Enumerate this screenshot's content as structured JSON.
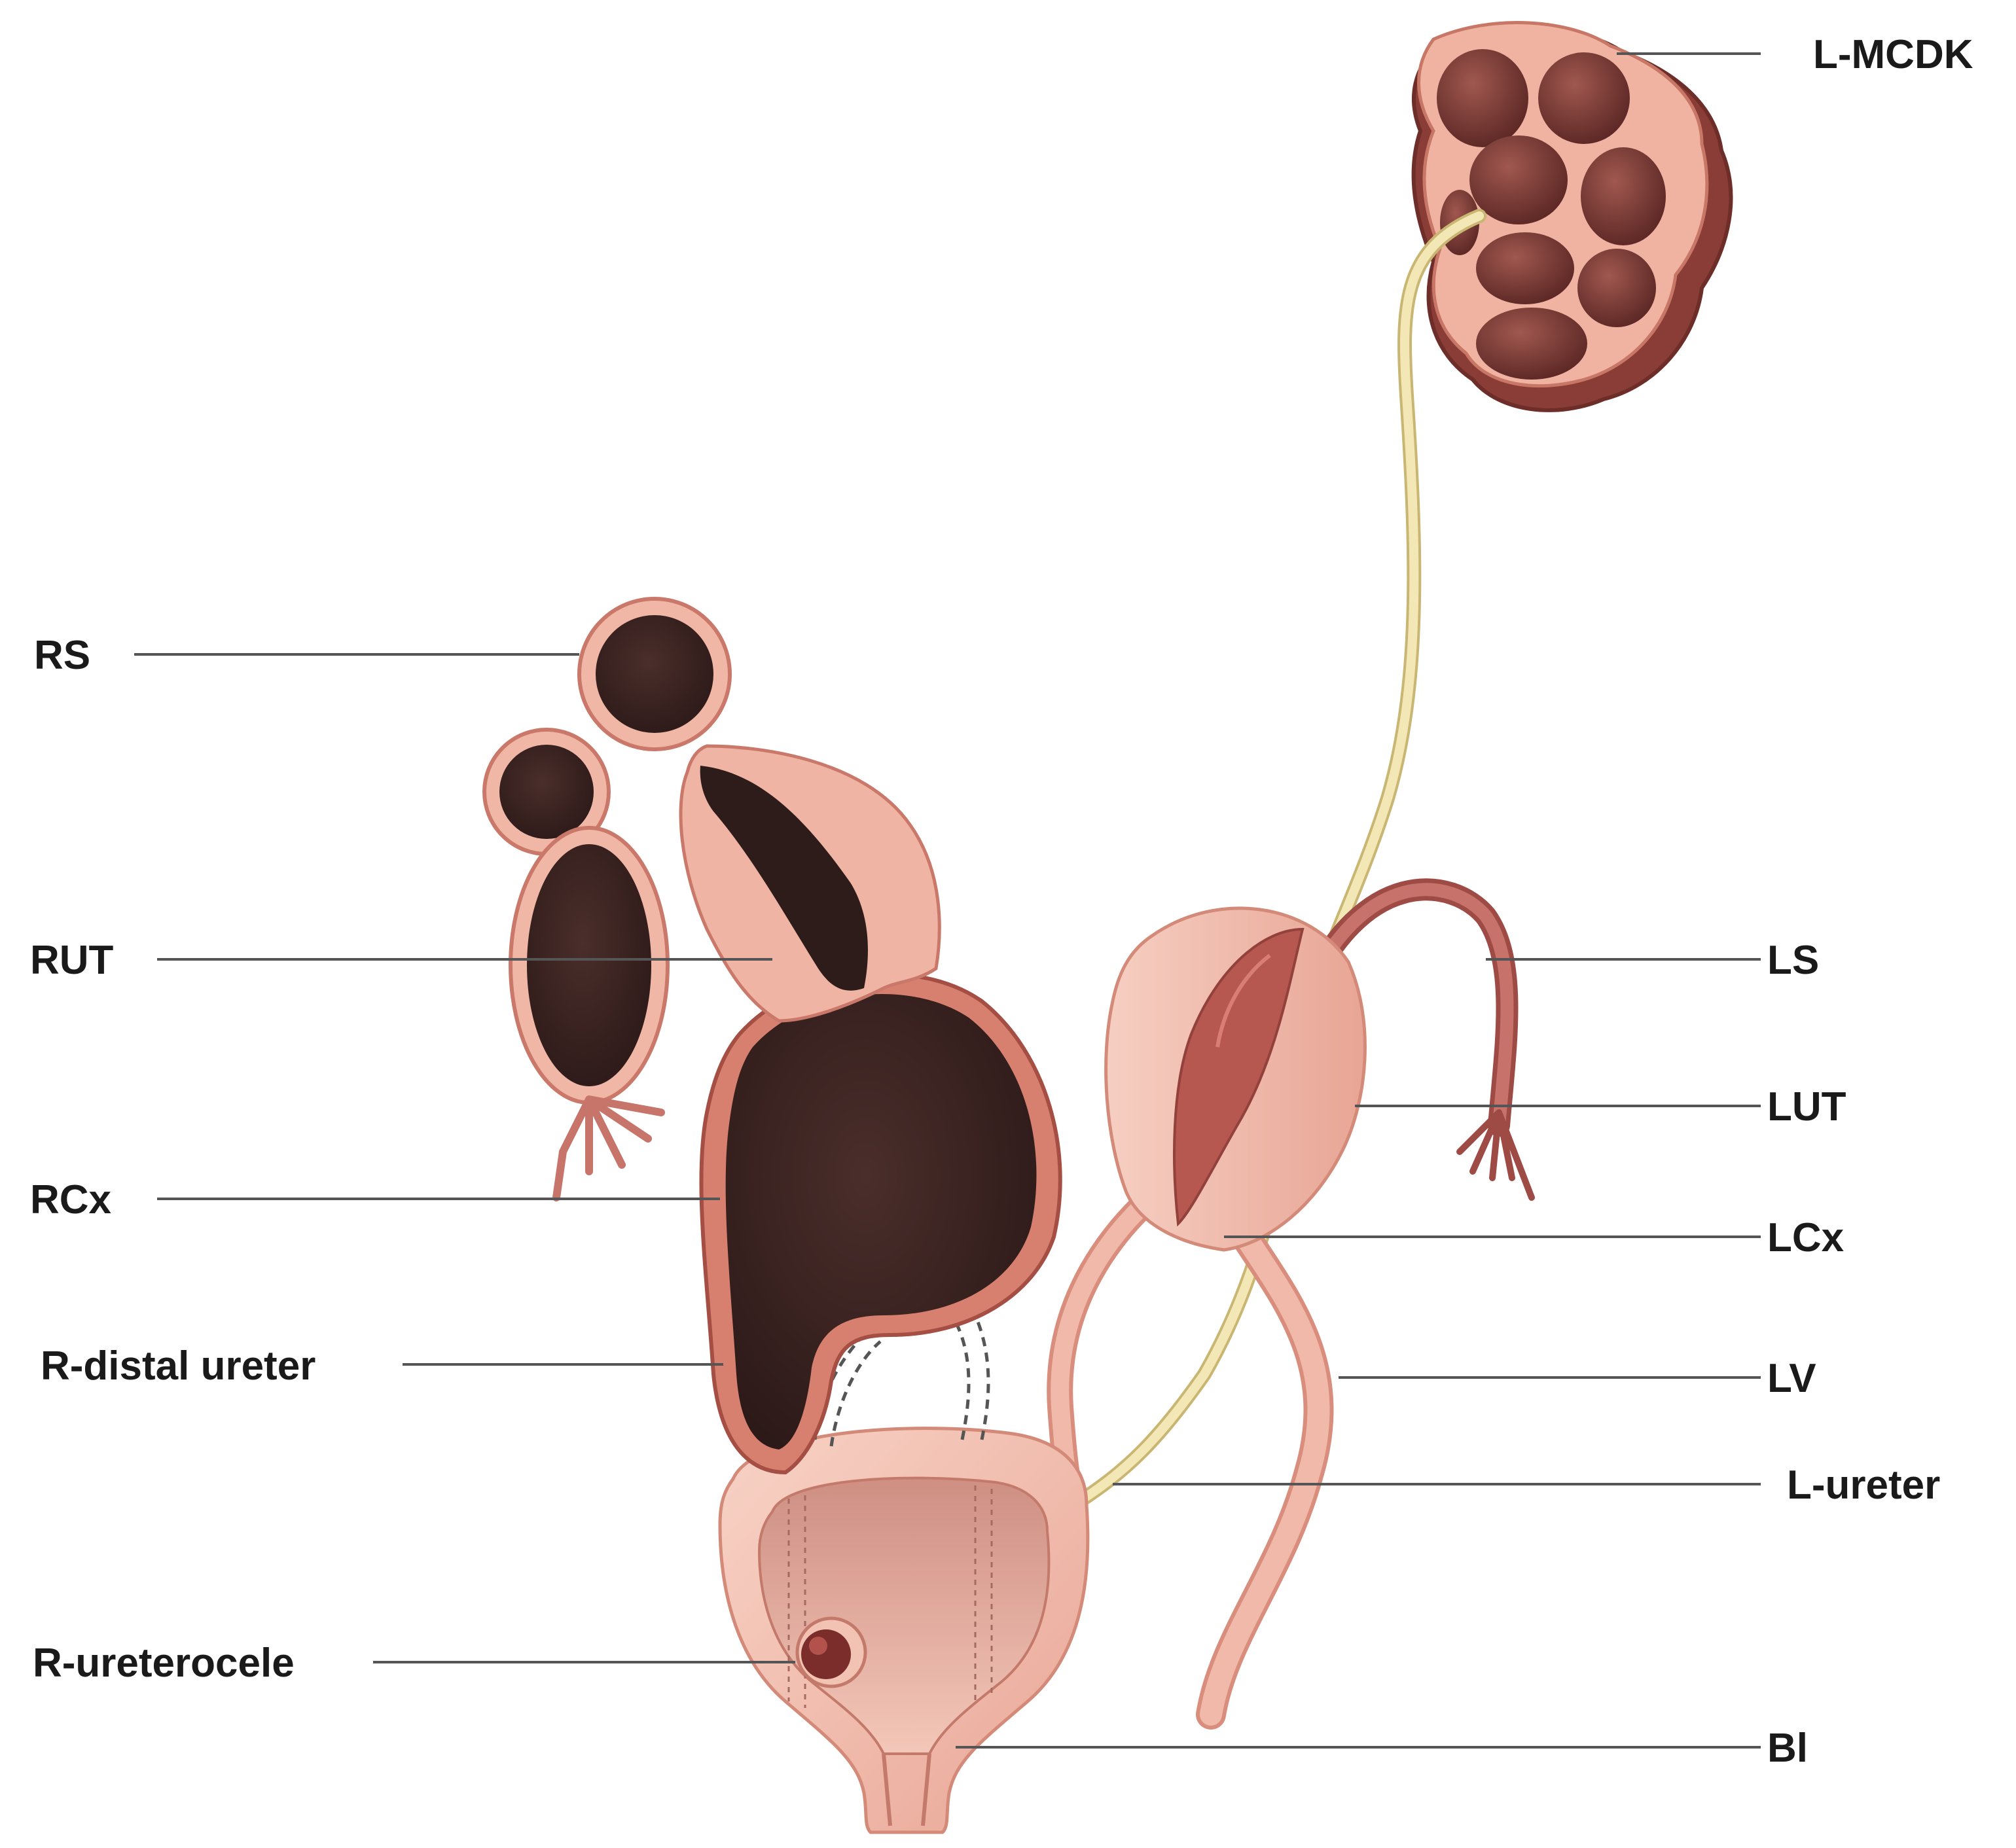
{
  "labels": {
    "l_mcdk": "L-MCDK",
    "rs": "RS",
    "rut": "RUT",
    "ls": "LS",
    "lut": "LUT",
    "rcx": "RCx",
    "lcx": "LCx",
    "r_distal_ureter": "R-distal ureter",
    "lv": "LV",
    "l_ureter": "L-ureter",
    "r_ureterocele": "R-ureterocele",
    "bl": "Bl"
  },
  "colors": {
    "tissue_pink": "#f0b8a8",
    "tissue_light": "#f6cdbf",
    "tissue_dark_edge": "#b8564a",
    "cavity_dark": "#3a2422",
    "kidney_cyst": "#6e3330",
    "ureter_yellow": "#efe2a8",
    "leader_line": "#555555"
  }
}
